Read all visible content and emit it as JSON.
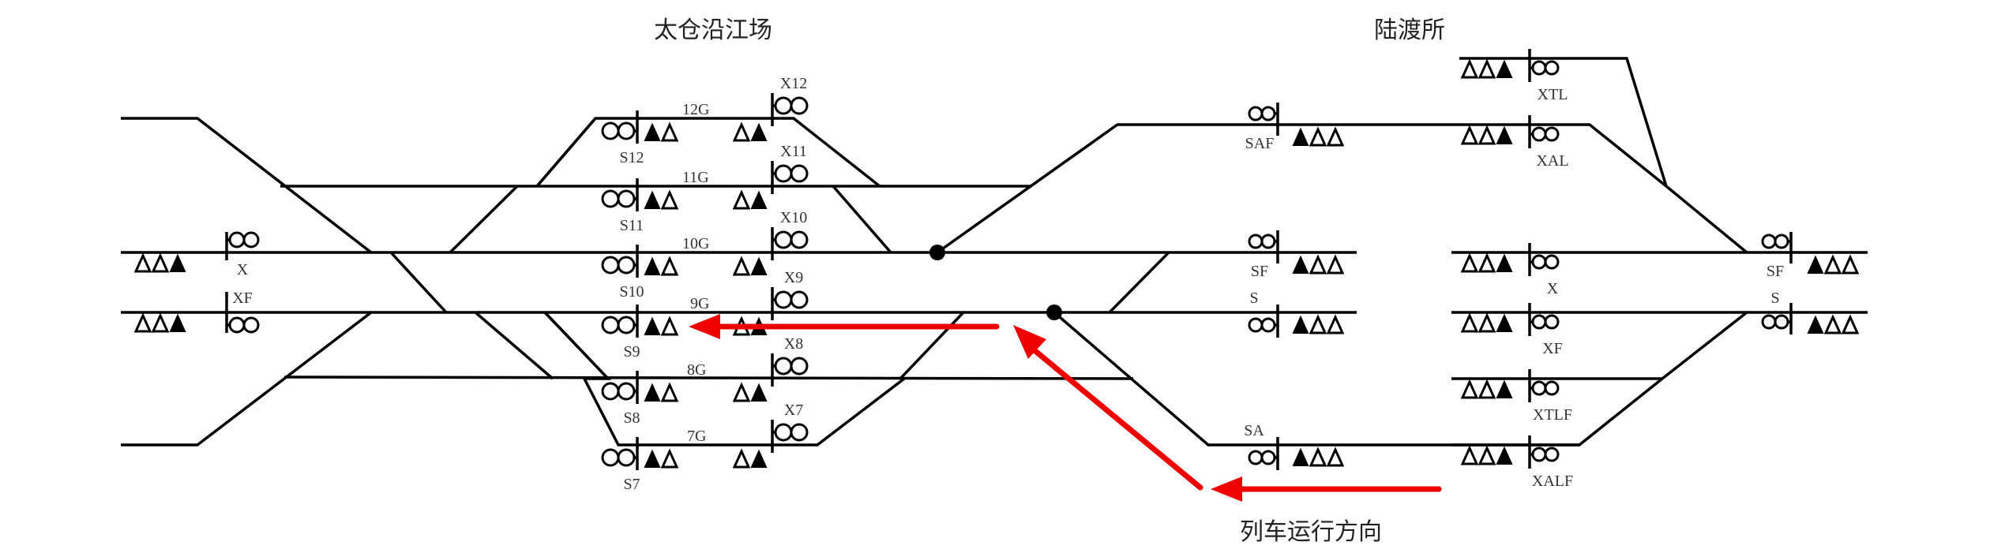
{
  "stations": [
    {
      "id": "taicang",
      "name": "太仓沿江场"
    },
    {
      "id": "ludu",
      "name": "陆渡所"
    }
  ],
  "direction_label": "列车运行方向",
  "colors": {
    "track": "#000000",
    "direction_arrow": "#ee0000"
  },
  "tracks": [
    "12G",
    "11G",
    "10G",
    "9G",
    "8G",
    "7G"
  ],
  "signals_taicang_left": [
    {
      "name": "X",
      "indicators": [
        "open",
        "open",
        "filled"
      ]
    },
    {
      "name": "XF",
      "indicators": [
        "open",
        "open",
        "filled"
      ]
    }
  ],
  "signals_taicang_s": [
    {
      "name": "S12",
      "indicators": [
        "filled",
        "open"
      ]
    },
    {
      "name": "S11",
      "indicators": [
        "filled",
        "open"
      ]
    },
    {
      "name": "S10",
      "indicators": [
        "filled",
        "open"
      ]
    },
    {
      "name": "S9",
      "indicators": [
        "filled",
        "open"
      ]
    },
    {
      "name": "S8",
      "indicators": [
        "filled",
        "open"
      ]
    },
    {
      "name": "S7",
      "indicators": [
        "filled",
        "open"
      ]
    }
  ],
  "signals_taicang_x": [
    {
      "name": "X12",
      "indicators": [
        "open",
        "filled"
      ]
    },
    {
      "name": "X11",
      "indicators": [
        "open",
        "filled"
      ]
    },
    {
      "name": "X10",
      "indicators": [
        "open",
        "filled"
      ]
    },
    {
      "name": "X9",
      "indicators": [
        "open",
        "filled"
      ]
    },
    {
      "name": "X8",
      "indicators": [
        "open",
        "filled"
      ]
    },
    {
      "name": "X7",
      "indicators": [
        "open",
        "filled"
      ]
    }
  ],
  "signals_mid": [
    {
      "name": "SAF",
      "indicators": [
        "filled",
        "open",
        "open"
      ]
    },
    {
      "name": "SF",
      "indicators": [
        "filled",
        "open",
        "open"
      ]
    },
    {
      "name": "S",
      "indicators": [
        "filled",
        "open",
        "open"
      ]
    },
    {
      "name": "SA",
      "indicators": [
        "filled",
        "open",
        "open"
      ]
    }
  ],
  "signals_ludu_x": [
    {
      "name": "XTL",
      "indicators": [
        "open",
        "open",
        "filled"
      ]
    },
    {
      "name": "XAL",
      "indicators": [
        "open",
        "open",
        "filled"
      ]
    },
    {
      "name": "X",
      "indicators": [
        "open",
        "open",
        "filled"
      ]
    },
    {
      "name": "XF",
      "indicators": [
        "open",
        "open",
        "filled"
      ]
    },
    {
      "name": "XTLF",
      "indicators": [
        "open",
        "open",
        "filled"
      ]
    },
    {
      "name": "XALF",
      "indicators": [
        "open",
        "open",
        "filled"
      ]
    }
  ],
  "signals_ludu_right": [
    {
      "name": "SF",
      "indicators": [
        "filled",
        "open",
        "open"
      ]
    },
    {
      "name": "S",
      "indicators": [
        "filled",
        "open",
        "open"
      ]
    }
  ]
}
